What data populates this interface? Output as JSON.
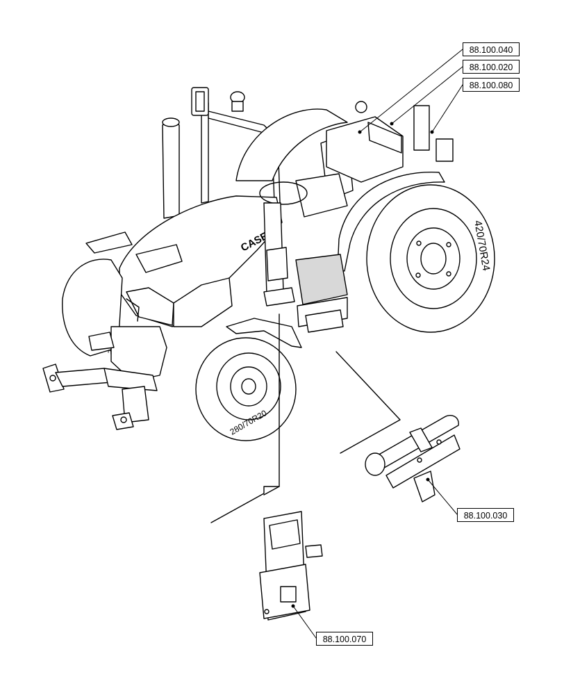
{
  "callouts": [
    {
      "id": "88.100.040",
      "label": "88.100.040"
    },
    {
      "id": "88.100.020",
      "label": "88.100.020"
    },
    {
      "id": "88.100.080",
      "label": "88.100.080"
    },
    {
      "id": "88.100.030",
      "label": "88.100.030"
    },
    {
      "id": "88.100.070",
      "label": "88.100.070"
    }
  ],
  "markings": {
    "brand": "CASE",
    "rear_tyre": "420/70R24",
    "front_tyre": "280/70R20",
    "front_tyre_left": "20"
  },
  "colors": {
    "line": "#000000",
    "fill": "#ffffff",
    "shade": "#e6e6e6",
    "dark": "#2a2a2a"
  }
}
